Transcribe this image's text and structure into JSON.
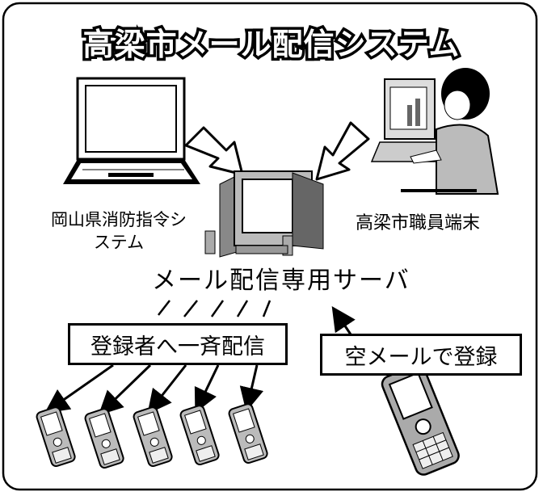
{
  "title": "高梁市メール配信システム",
  "nodes": {
    "okayama_system": "岡山県消防指令システム",
    "staff_terminal": "高梁市職員端末",
    "server": "メール配信専用サーバ"
  },
  "labels": {
    "broadcast": "登録者へ一斉配信",
    "register": "空メールで登録"
  }
}
